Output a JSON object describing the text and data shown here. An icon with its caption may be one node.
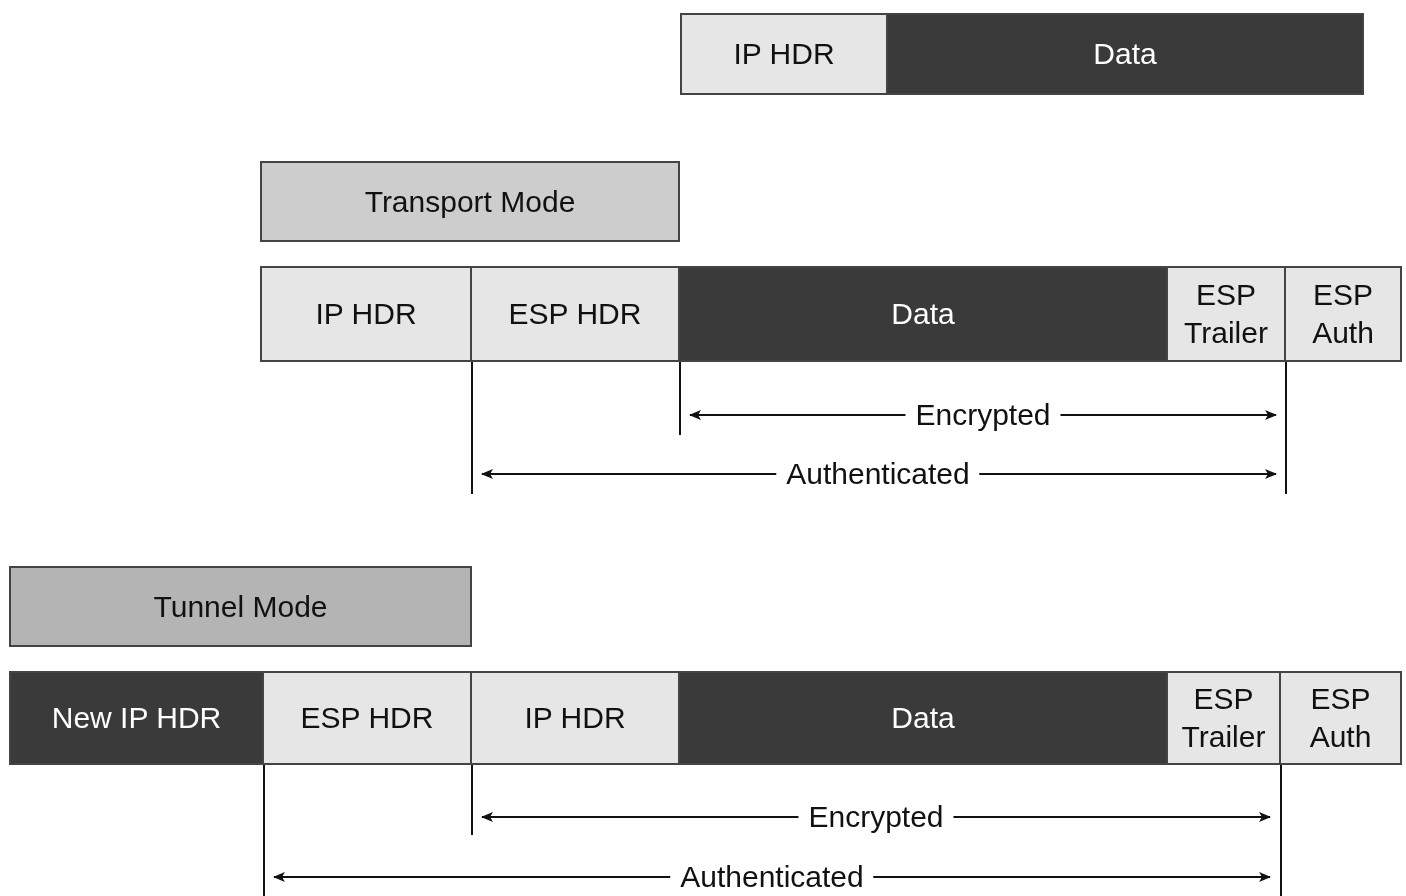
{
  "diagram": {
    "nodes": [
      {
        "text": [
          "IP HDR"
        ]
      },
      {
        "text": [
          "Data"
        ]
      },
      {
        "text": [
          "Transport Mode"
        ]
      },
      {
        "text": [
          "IP HDR"
        ]
      },
      {
        "text": [
          "ESP HDR"
        ]
      },
      {
        "text": [
          "Data"
        ]
      },
      {
        "text": [
          "ESP Trailer"
        ]
      },
      {
        "text": [
          "ESP Auth"
        ]
      },
      {
        "text": [
          "Tunnel Mode"
        ]
      },
      {
        "text": [
          "New IP HDR"
        ]
      },
      {
        "text": [
          "ESP HDR"
        ]
      },
      {
        "text": [
          "IP HDR"
        ]
      },
      {
        "text": [
          "Data"
        ]
      },
      {
        "text": [
          "ESP Trailer"
        ]
      },
      {
        "text": [
          "ESP Auth"
        ]
      }
    ],
    "edges": [],
    "labels": [
      "Encrypted",
      "Authenticated",
      "Encrypted",
      "Authenticated"
    ]
  }
}
